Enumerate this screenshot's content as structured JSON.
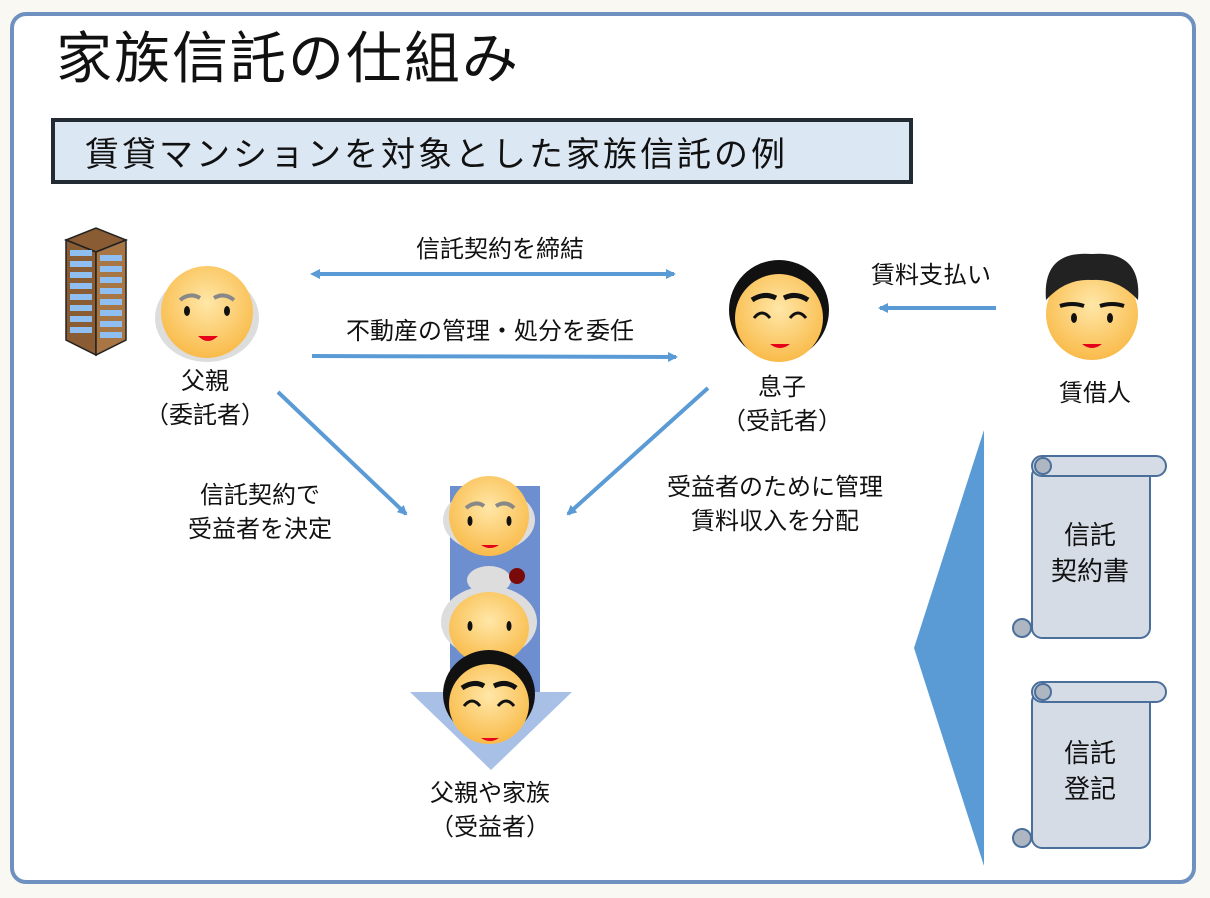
{
  "title": "家族信託の仕組み",
  "subtitle": "賃貸マンションを対象とした家族信託の例",
  "colors": {
    "arrow": "#5b9bd5",
    "frame": "#6f91bf",
    "subtitle_bg": "#dce7f4",
    "scroll_fill": "#d6dce6"
  },
  "parties": {
    "father": {
      "name": "父親",
      "role": "（委託者）",
      "icon": "elderly-man-icon"
    },
    "son": {
      "name": "息子",
      "role": "（受託者）",
      "icon": "smiling-man-icon"
    },
    "tenant": {
      "name": "賃借人",
      "icon": "man-icon"
    },
    "beneficiary": {
      "name": "父親や家族",
      "role": "（受益者）",
      "icon": "family-stack-icon"
    },
    "property": {
      "icon": "building-icon"
    }
  },
  "arrows": {
    "contract": "信託契約を締結",
    "delegate": "不動産の管理・処分を委任",
    "rent": "賃料支払い",
    "decide_line1": "信託契約で",
    "decide_line2": "受益者を決定",
    "manage_line1": "受益者のために管理",
    "manage_line2": "賃料収入を分配"
  },
  "documents": [
    {
      "line1": "信託",
      "line2": "契約書"
    },
    {
      "line1": "信託",
      "line2": "登記"
    }
  ]
}
